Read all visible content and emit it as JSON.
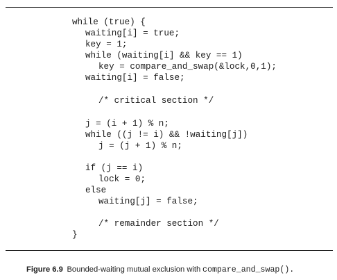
{
  "code_lines": [
    "while (true) {",
    "waiting[i] = true;",
    "key = 1;",
    "while (waiting[i] && key == 1)",
    "key = compare_and_swap(&lock,0,1);",
    "waiting[i] = false;",
    "/* critical section */",
    "j = (i + 1) % n;",
    "while ((j != i) && !waiting[j])",
    "j = (j + 1) % n;",
    "if (j == i)",
    "lock = 0;",
    "else",
    "waiting[j] = false;",
    "/* remainder section */",
    "}"
  ],
  "caption": {
    "label": "Figure 6.9",
    "text": "Bounded-waiting mutual exclusion with",
    "code": "compare_and_swap",
    "suffix": "()."
  }
}
